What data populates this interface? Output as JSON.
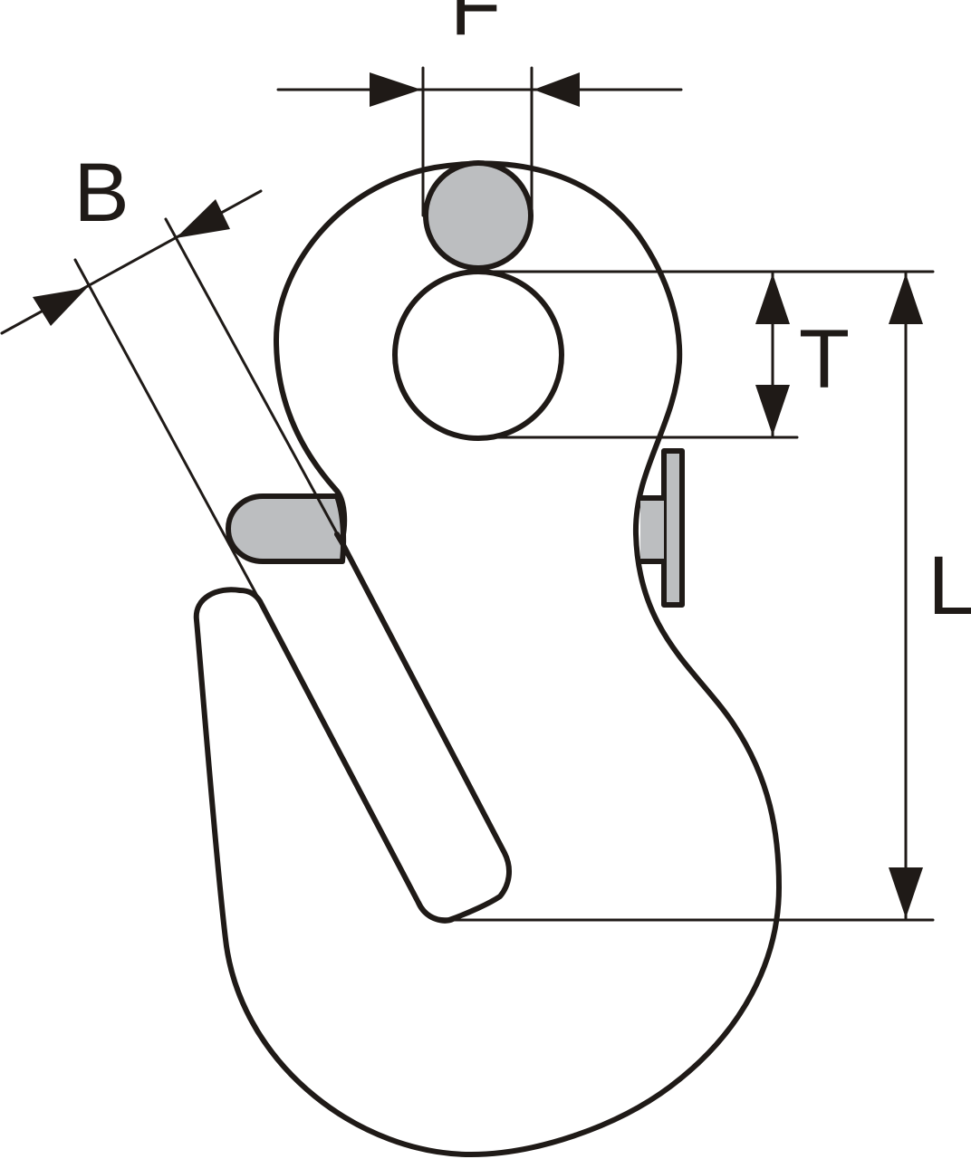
{
  "labels": {
    "width_f": "F",
    "thickness_b": "B",
    "thickness_t": "T",
    "length_l": "L"
  },
  "colors": {
    "line": "#1f1a17",
    "fill_gray": "#bcbec0",
    "background": "#ffffff"
  }
}
